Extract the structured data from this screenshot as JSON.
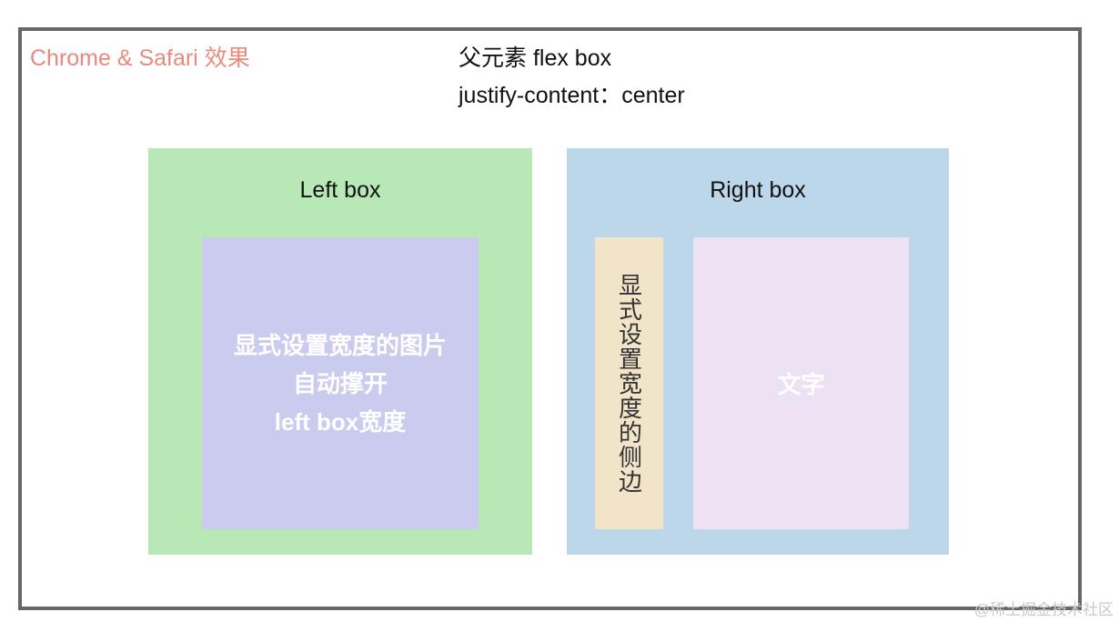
{
  "corner_label": "Chrome & Safari 效果",
  "header": {
    "line1": "父元素 flex box",
    "line2": "justify-content：center"
  },
  "left_box": {
    "title": "Left box",
    "image_block": {
      "lines": [
        "显式设置宽度的图片",
        "自动撑开",
        "left box宽度"
      ]
    }
  },
  "right_box": {
    "title": "Right box",
    "side_block": {
      "text": "显式设置宽度的侧边"
    },
    "text_block": {
      "text": "文字"
    }
  },
  "watermark": "@稀土掘金技术社区",
  "colors": {
    "frame_border": "#666666",
    "corner_label": "#e98a7c",
    "left_box": "#b8e8b5",
    "right_box": "#bcd6ea",
    "image_block": "#cbcbef",
    "side_block": "#f1e4c9",
    "text_block": "#ede2f3"
  }
}
